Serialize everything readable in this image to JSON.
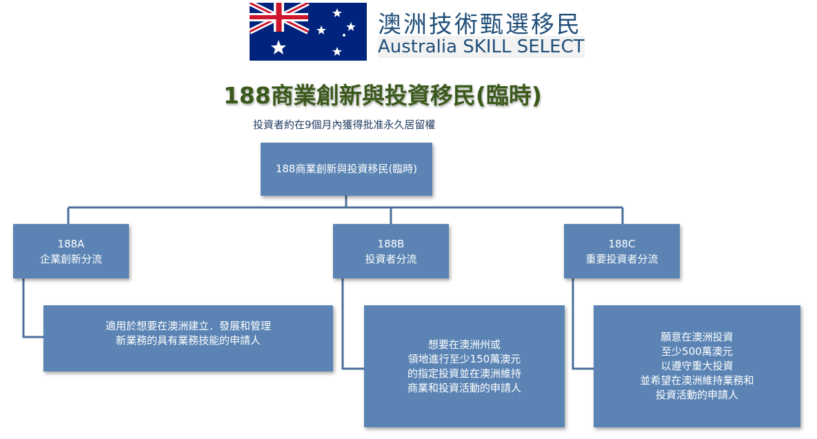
{
  "header": {
    "title_cn": "澳洲技術甄選移民",
    "title_en": "Australia SKILL SELECT",
    "flag_icon": "australian-flag-icon"
  },
  "title": "188商業創新與投資移民(臨時)",
  "subtitle": "投資者約在9個月內獲得批准永久居留權",
  "colors": {
    "box_fill": "#5b84b4",
    "connector": "#4a6d9a",
    "title_green": "#3a5a1b",
    "header_blue": "#1f4e79"
  },
  "root": {
    "label": "188商業創新與投資移民(臨時)"
  },
  "streams": [
    {
      "code": "188A",
      "name": "企業創新分流",
      "description": [
        "適用於想要在澳洲建立．發展和管理",
        "新業務的具有業務技能的申請人"
      ]
    },
    {
      "code": "188B",
      "name": "投資者分流",
      "description": [
        "想要在澳洲州或",
        "領地進行至少150萬澳元",
        "的指定投資並在澳洲維持",
        "商業和投資活動的申請人"
      ]
    },
    {
      "code": "188C",
      "name": "重要投資者分流",
      "description": [
        "願意在澳洲投資",
        "至少500萬澳元",
        "以遵守重大投資",
        "並希望在澳洲維持業務和",
        "投資活動的申請人"
      ]
    }
  ]
}
